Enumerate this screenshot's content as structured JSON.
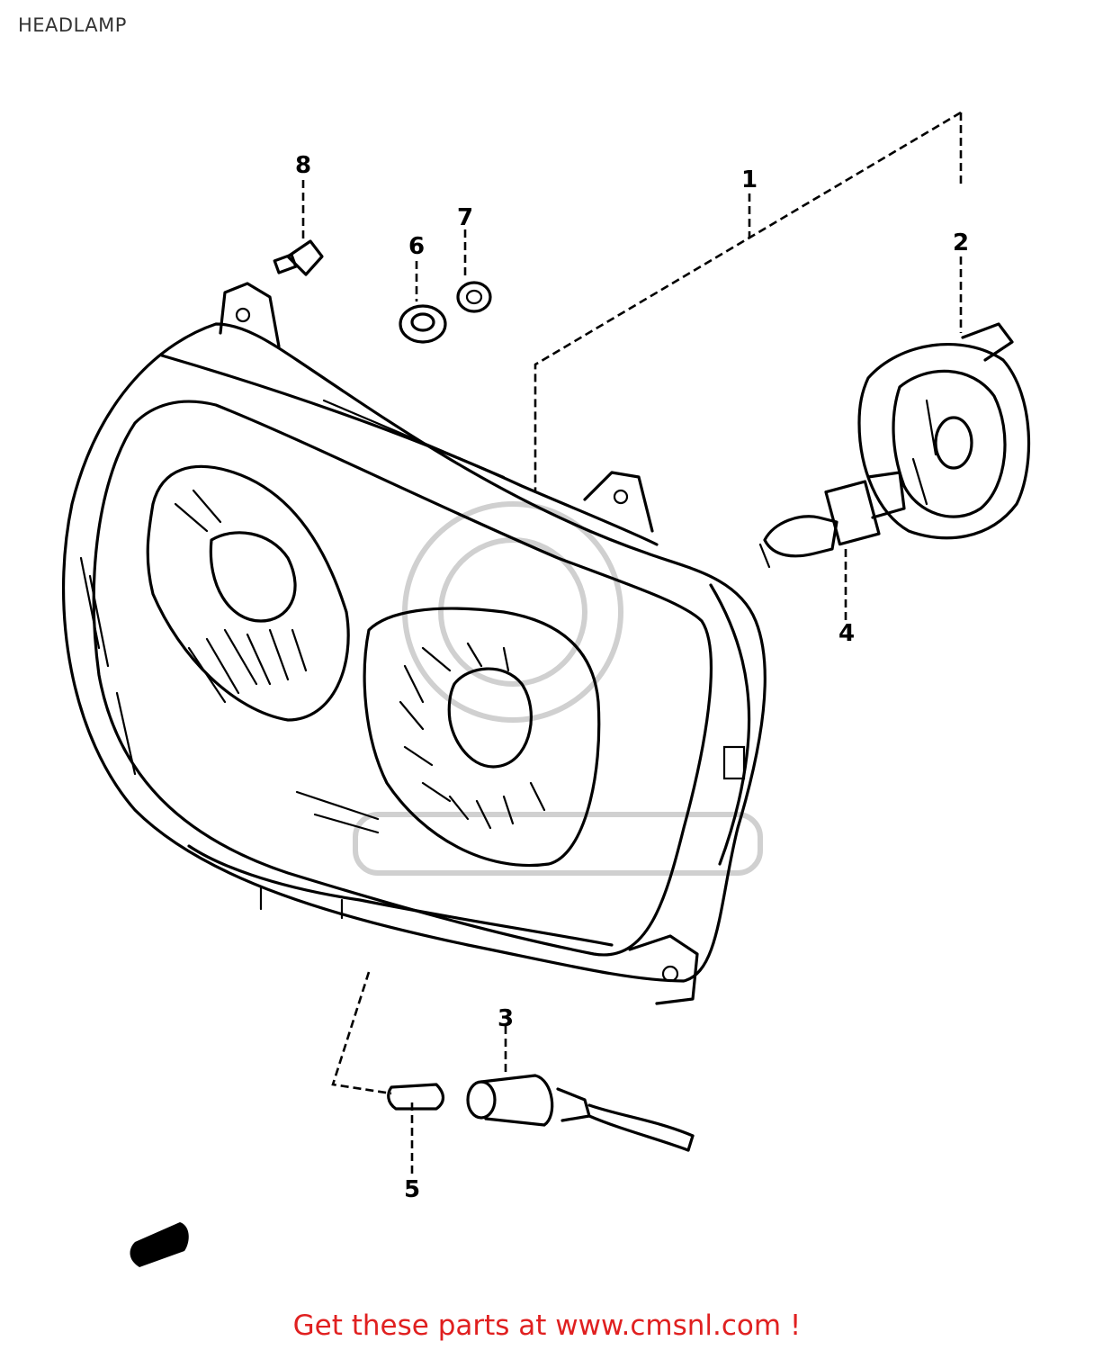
{
  "title": "HEADLAMP",
  "callouts": [
    {
      "id": "callout-1",
      "label": "1"
    },
    {
      "id": "callout-2",
      "label": "2"
    },
    {
      "id": "callout-3",
      "label": "3"
    },
    {
      "id": "callout-4",
      "label": "4"
    },
    {
      "id": "callout-5",
      "label": "5"
    },
    {
      "id": "callout-6",
      "label": "6"
    },
    {
      "id": "callout-7",
      "label": "7"
    },
    {
      "id": "callout-8",
      "label": "8"
    }
  ],
  "footer": "Get these parts at www.cmsnl.com !",
  "colors": {
    "footer_text": "#e02020",
    "line_art": "#000000",
    "watermark": "#d0d0d0"
  }
}
